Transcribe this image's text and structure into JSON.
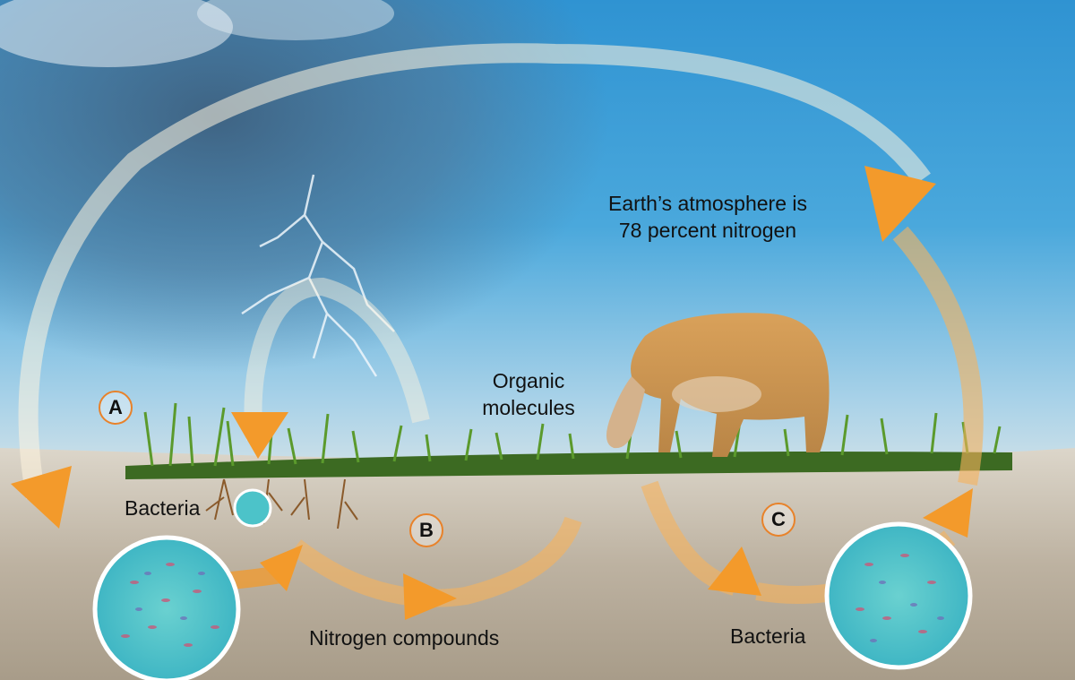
{
  "labels": {
    "atmosphere_line1": "Earth’s atmosphere is",
    "atmosphere_line2": "78 percent nitrogen",
    "organic_line1": "Organic",
    "organic_line2": "molecules",
    "bacteria_left": "Bacteria",
    "bacteria_right": "Bacteria",
    "nitrogen_compounds": "Nitrogen compounds"
  },
  "markers": {
    "a": "A",
    "b": "B",
    "c": "C"
  },
  "colors": {
    "sky": "#3e9fd6",
    "storm_cloud": "#4d6a86",
    "arrow": "#f39a2b",
    "grass": "#4f8a2a",
    "soil": "#b8ab97",
    "bacteria_bg": "#4cc3c9",
    "marker_ring": "#e8822a"
  },
  "icons": [
    "lightning-icon",
    "cow-icon",
    "grass-roots-icon",
    "bacteria-magnified-icon"
  ]
}
